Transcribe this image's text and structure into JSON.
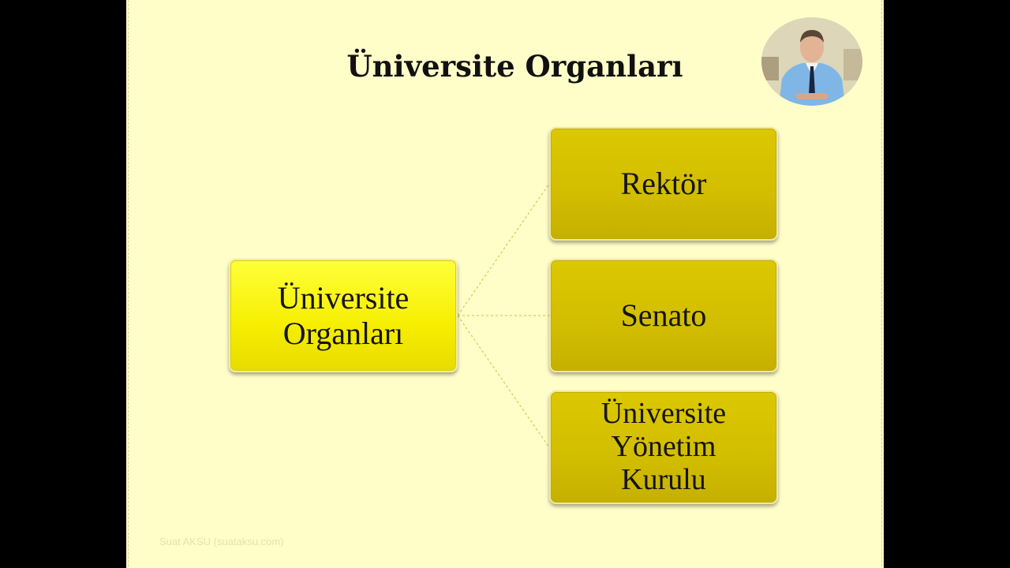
{
  "slide": {
    "title": "Üniversite Organları",
    "watermark": "Suat AKSU (suataksu.com)"
  },
  "diagram": {
    "root": {
      "label": "Üniversite\nOrganları"
    },
    "children": [
      {
        "label": "Rektör"
      },
      {
        "label": "Senato"
      },
      {
        "label": "Üniversite\nYönetim\nKurulu"
      }
    ]
  },
  "colors": {
    "background": "#fffdc8",
    "root_fill": "#f6ee00",
    "child_fill": "#d2bd00",
    "connector": "#d8cf5a"
  },
  "icons": {
    "presenter": "presenter-video-thumbnail"
  }
}
